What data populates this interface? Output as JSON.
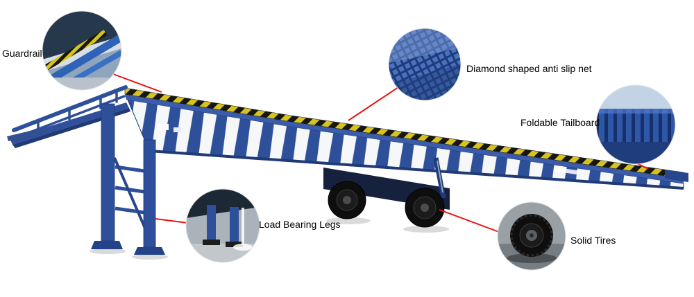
{
  "diagram": {
    "subject": "mobile-yard-ramp",
    "background": "#ffffff",
    "callouts": [
      {
        "id": "guardrail",
        "label": "Guardrail"
      },
      {
        "id": "anti-slip-net",
        "label": "Diamond shaped anti slip net"
      },
      {
        "id": "foldable-tailboard",
        "label": "Foldable Tailboard"
      },
      {
        "id": "load-bearing-legs",
        "label": "Load Bearing Legs"
      },
      {
        "id": "solid-tires",
        "label": "Solid Tires"
      }
    ],
    "colors": {
      "ramp_blue": "#2e4f99",
      "ramp_blue_dark": "#1f3a74",
      "deck_blue": "#3a5cab",
      "hazard_yellow": "#d6c41c",
      "hazard_black": "#17170f",
      "cutout_white": "#f6f7f9",
      "callout_line_red": "#ee1111",
      "tire_black": "#0e0e0e"
    }
  }
}
